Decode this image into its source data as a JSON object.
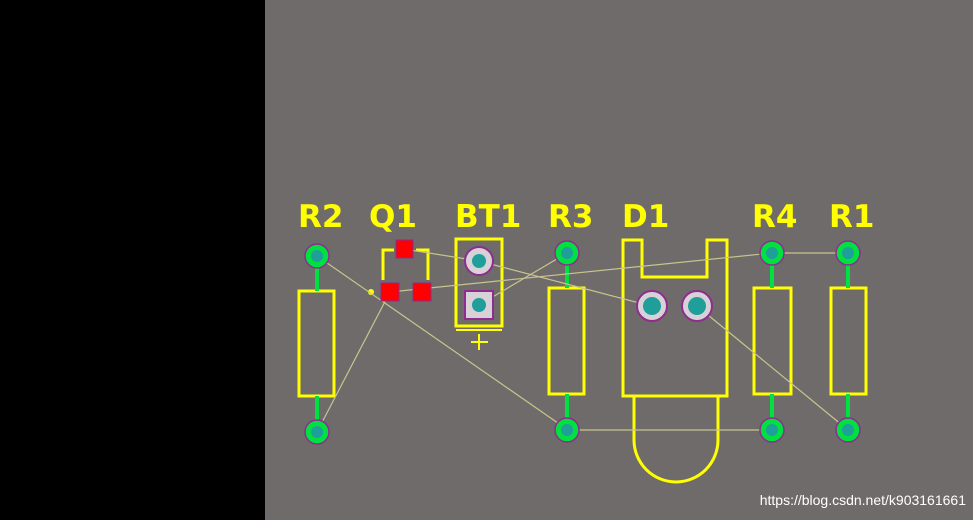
{
  "colors": {
    "sidebar": "#000000",
    "board": "#6E6B6A",
    "silkscreen": "#FFFF00",
    "ratsnest": "#C9C48E",
    "pad_ring": "#00E040",
    "pad_hole": "#1F9E9A",
    "pad_outline": "#8E2D8E",
    "smd_pad": "#FF0000",
    "square_pad": "#C9B8C9",
    "bt_pad_ring": "#D8D2D8",
    "watermark": "#FFFFFF"
  },
  "components": {
    "r2": {
      "designator": "R2",
      "type": "resistor"
    },
    "q1": {
      "designator": "Q1",
      "type": "transistor-smd"
    },
    "bt1": {
      "designator": "BT1",
      "type": "battery",
      "polarity_mark": "+"
    },
    "r3": {
      "designator": "R3",
      "type": "resistor"
    },
    "d1": {
      "designator": "D1",
      "type": "diode"
    },
    "r4": {
      "designator": "R4",
      "type": "resistor"
    },
    "r1": {
      "designator": "R1",
      "type": "resistor"
    }
  },
  "watermark": {
    "text": "https://blog.csdn.net/k903161661"
  }
}
